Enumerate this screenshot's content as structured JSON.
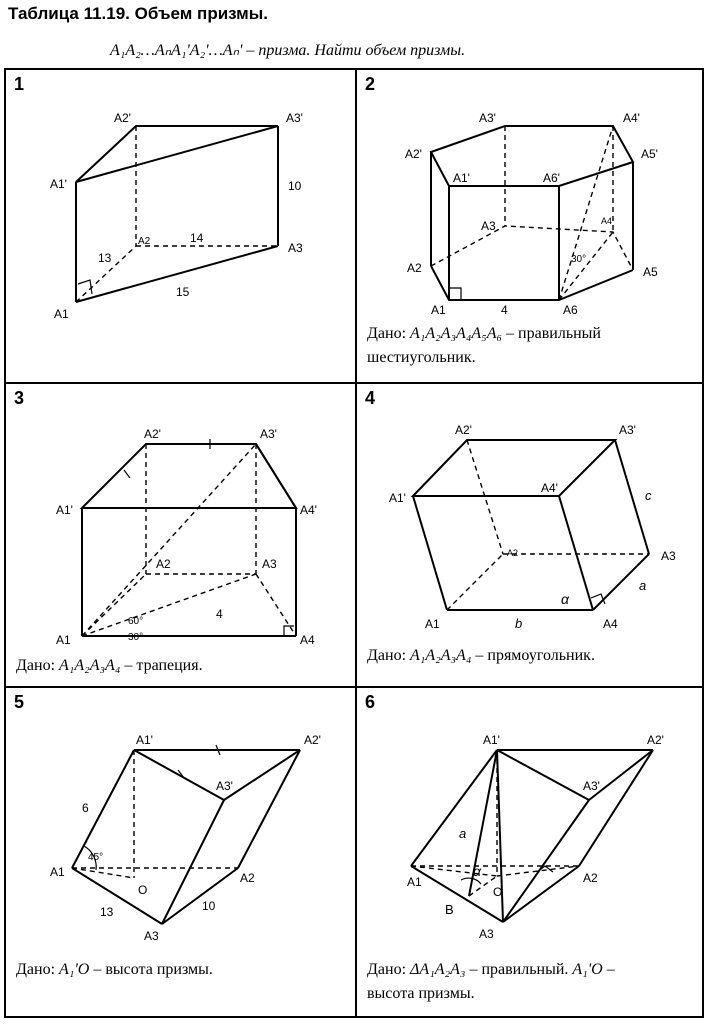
{
  "title": "Таблица 11.19. Объем призмы.",
  "subtitle": "A₁A₂…AₙA₁'A₂'…Aₙ' – призма. Найти объем призмы.",
  "cells": [
    {
      "number": "1",
      "labels": {
        "A1": "A1",
        "A2": "A2",
        "A3": "A3",
        "A1p": "A1'",
        "A2p": "A2'",
        "A3p": "A3'"
      },
      "values": {
        "height": "10",
        "a1a2": "13",
        "a2a3": "14",
        "a1a3": "15"
      }
    },
    {
      "number": "2",
      "labels": {
        "A1": "A1",
        "A2": "A2",
        "A3": "A3",
        "A4": "A4",
        "A5": "A5",
        "A6": "A6",
        "A1p": "A1'",
        "A2p": "A2'",
        "A3p": "A3'",
        "A4p": "A4'",
        "A5p": "A5'",
        "A6p": "A6'"
      },
      "values": {
        "side": "4",
        "angle": "30°"
      },
      "given_prefix": "Дано:",
      "given_math": "A₁A₂A₃A₄A₅A₆",
      "given_text": "– правильный",
      "given_line2": "шестиугольник."
    },
    {
      "number": "3",
      "labels": {
        "A1": "A1",
        "A2": "A2",
        "A3": "A3",
        "A4": "A4",
        "A1p": "A1'",
        "A2p": "A2'",
        "A3p": "A3'",
        "A4p": "A4'"
      },
      "values": {
        "diag": "4",
        "angle60": "60°",
        "angle30": "30°"
      },
      "given_prefix": "Дано:",
      "given_math": "A₁A₂A₃A₄",
      "given_text": "– трапеция."
    },
    {
      "number": "4",
      "labels": {
        "A1": "A1",
        "A2": "A2",
        "A3": "A3",
        "A4": "A4",
        "A1p": "A1'",
        "A2p": "A2'",
        "A3p": "A3'",
        "A4p": "A4'"
      },
      "values": {
        "a": "a",
        "b": "b",
        "c": "c",
        "alpha": "α"
      },
      "given_prefix": "Дано:",
      "given_math": "A₁A₂A₃A₄",
      "given_text": "– прямоугольник."
    },
    {
      "number": "5",
      "labels": {
        "A1": "A1",
        "A2": "A2",
        "A3": "A3",
        "O": "O",
        "A1p": "A1'",
        "A2p": "A2'",
        "A3p": "A3'"
      },
      "values": {
        "edge": "6",
        "angle": "45°",
        "a1a3": "13",
        "a3a2": "10"
      },
      "given_prefix": "Дано:",
      "given_math": "A₁'O",
      "given_text": "– высота призмы."
    },
    {
      "number": "6",
      "labels": {
        "A1": "A1",
        "A2": "A2",
        "A3": "A3",
        "O": "O",
        "B": "B",
        "A1p": "A1'",
        "A2p": "A2'",
        "A3p": "A3'"
      },
      "values": {
        "a": "a",
        "alpha": "α"
      },
      "given_prefix": "Дано:",
      "given_math": "ΔA₁A₂A₃",
      "given_text": "– правильный.",
      "given_math2": "A₁'O",
      "given_text2": "–",
      "given_line2": "высота призмы."
    }
  ]
}
